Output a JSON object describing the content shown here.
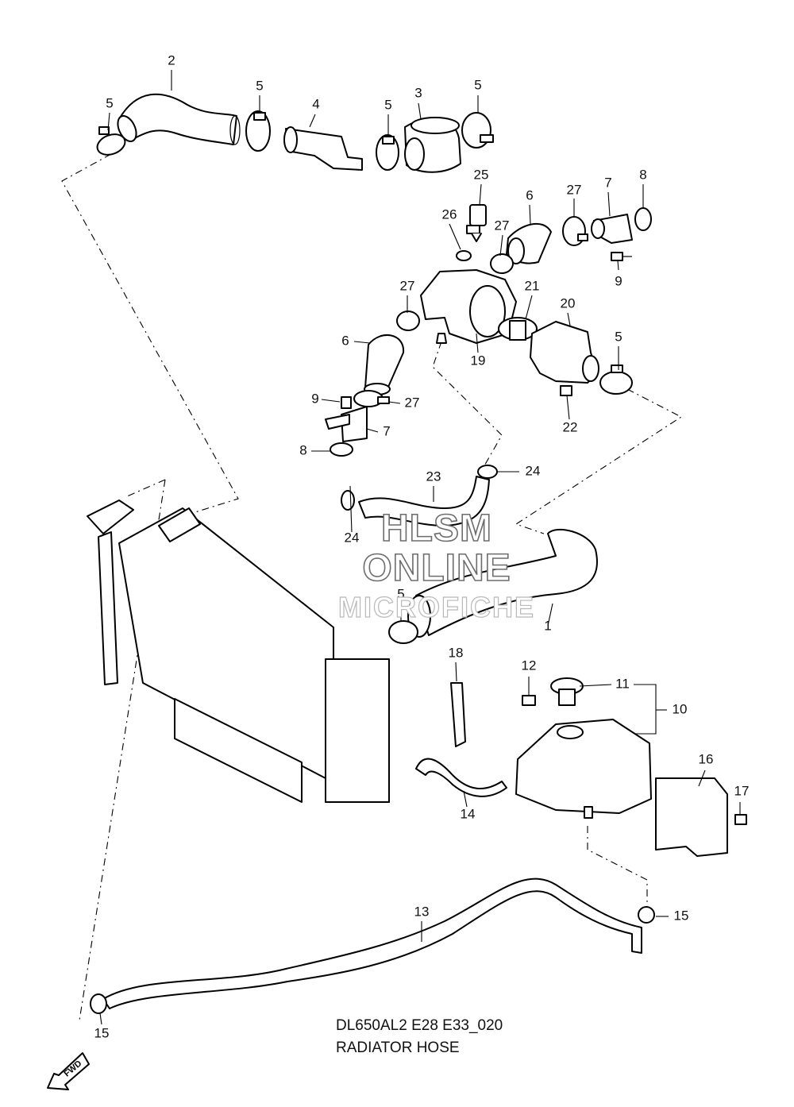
{
  "diagram": {
    "caption_code": "DL650AL2 E28 E33_020",
    "caption_title": "RADIATOR HOSE",
    "watermark": [
      "HLSM",
      "ONLINE",
      "MICROFICHE"
    ],
    "front_marker": "FWD"
  },
  "callouts": [
    {
      "key": "c2",
      "label": "2"
    },
    {
      "key": "c5a",
      "label": "5"
    },
    {
      "key": "c5b",
      "label": "5"
    },
    {
      "key": "c4",
      "label": "4"
    },
    {
      "key": "c5c",
      "label": "5"
    },
    {
      "key": "c3",
      "label": "3"
    },
    {
      "key": "c5d",
      "label": "5"
    },
    {
      "key": "c25",
      "label": "25"
    },
    {
      "key": "c26",
      "label": "26"
    },
    {
      "key": "c27a",
      "label": "27"
    },
    {
      "key": "c6a",
      "label": "6"
    },
    {
      "key": "c27b",
      "label": "27"
    },
    {
      "key": "c7a",
      "label": "7"
    },
    {
      "key": "c8a",
      "label": "8"
    },
    {
      "key": "c9a",
      "label": "9"
    },
    {
      "key": "c27c",
      "label": "27"
    },
    {
      "key": "c21",
      "label": "21"
    },
    {
      "key": "c20",
      "label": "20"
    },
    {
      "key": "c6b",
      "label": "6"
    },
    {
      "key": "c19",
      "label": "19"
    },
    {
      "key": "c5e",
      "label": "5"
    },
    {
      "key": "c9b",
      "label": "9"
    },
    {
      "key": "c27d",
      "label": "27"
    },
    {
      "key": "c22",
      "label": "22"
    },
    {
      "key": "c7b",
      "label": "7"
    },
    {
      "key": "c8b",
      "label": "8"
    },
    {
      "key": "c24a",
      "label": "24"
    },
    {
      "key": "c23",
      "label": "23"
    },
    {
      "key": "c24b",
      "label": "24"
    },
    {
      "key": "c5f",
      "label": "5"
    },
    {
      "key": "c1",
      "label": "1"
    },
    {
      "key": "c18",
      "label": "18"
    },
    {
      "key": "c12",
      "label": "12"
    },
    {
      "key": "c11",
      "label": "11"
    },
    {
      "key": "c10",
      "label": "10"
    },
    {
      "key": "c16",
      "label": "16"
    },
    {
      "key": "c17",
      "label": "17"
    },
    {
      "key": "c14",
      "label": "14"
    },
    {
      "key": "c13",
      "label": "13"
    },
    {
      "key": "c15a",
      "label": "15"
    },
    {
      "key": "c15b",
      "label": "15"
    }
  ]
}
